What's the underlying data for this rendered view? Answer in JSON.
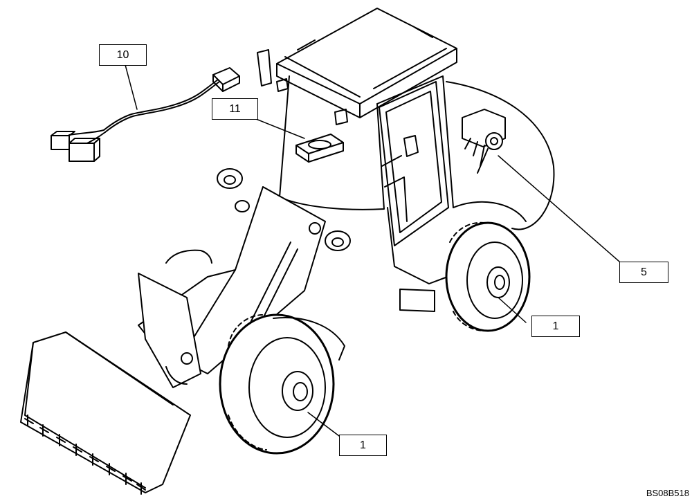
{
  "callouts": [
    {
      "label": "10"
    },
    {
      "label": "11"
    },
    {
      "label": "5"
    },
    {
      "label": "1"
    },
    {
      "label": "1"
    }
  ],
  "figure_ref": "BS08B518"
}
